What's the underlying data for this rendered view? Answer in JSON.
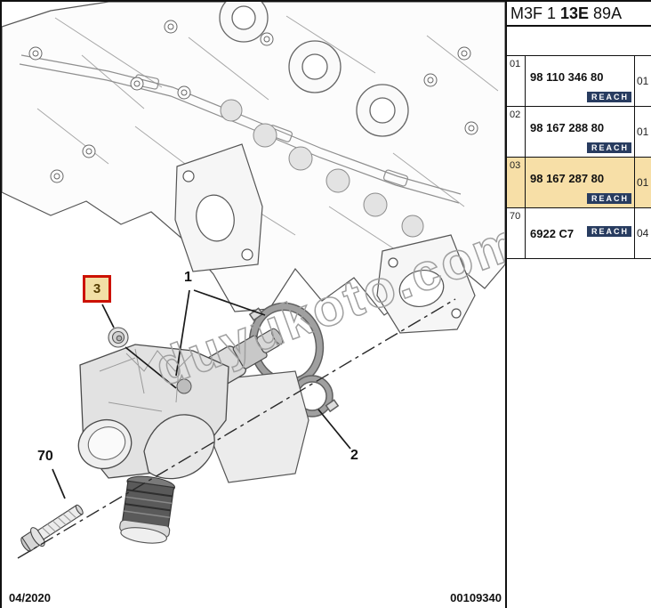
{
  "header": {
    "model_prefix": "M3F 1",
    "model_bold": "13E",
    "model_suffix": "89A"
  },
  "table": {
    "rows": [
      {
        "ref": "01",
        "part_number": "98 110 346 80",
        "badge": "REACH",
        "qty": "01",
        "highlighted": false
      },
      {
        "ref": "02",
        "part_number": "98 167 288 80",
        "badge": "REACH",
        "qty": "01",
        "highlighted": false
      },
      {
        "ref": "03",
        "part_number": "98 167 287 80",
        "badge": "REACH",
        "qty": "01",
        "highlighted": true
      },
      {
        "ref": "70",
        "part_number": "6922 C7",
        "badge": "REACH",
        "qty": "04",
        "highlighted": false
      }
    ]
  },
  "drawing": {
    "callouts": {
      "c1": "1",
      "c2": "2",
      "c3": "3",
      "c70": "70"
    },
    "watermark": "duyukoto.com",
    "footer_date": "04/2020",
    "footer_code": "00109340"
  },
  "colors": {
    "highlight": "#F7DFA7",
    "badge_bg": "#283C60",
    "callout_box_border": "#CC1100",
    "callout_box_fill": "#F2DFA6",
    "callout_box_text": "#553C00"
  }
}
